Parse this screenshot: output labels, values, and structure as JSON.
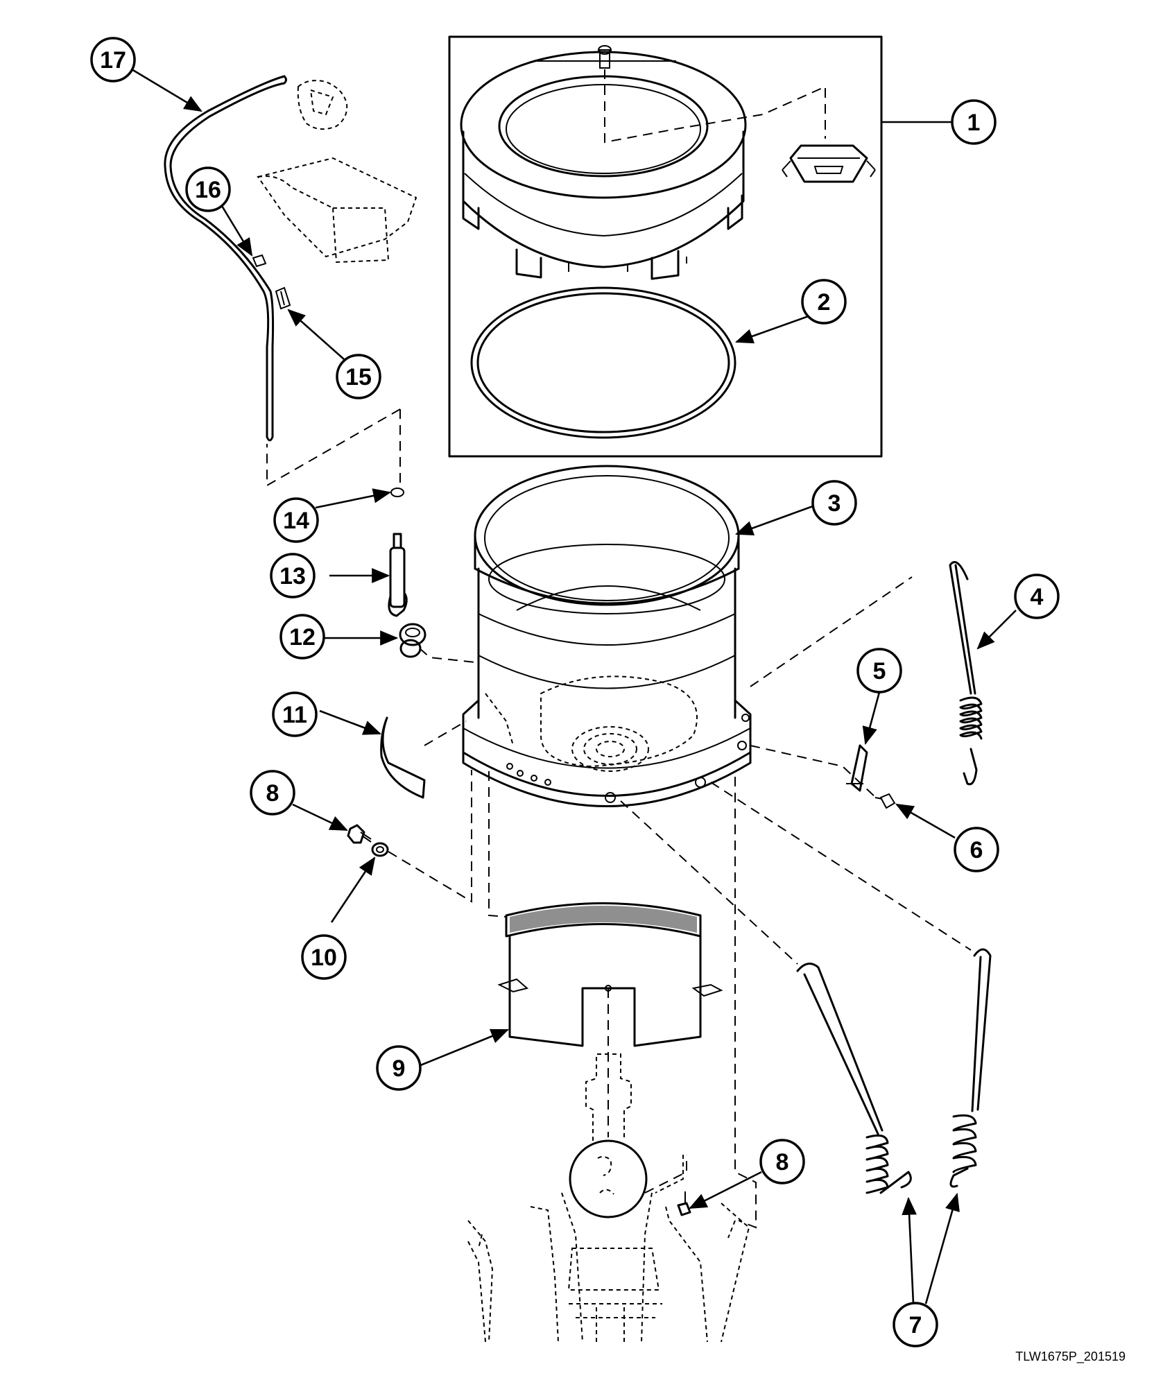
{
  "diagram": {
    "reference_code": "TLW1675P_201519",
    "callouts": [
      "1",
      "2",
      "3",
      "4",
      "5",
      "6",
      "7",
      "8",
      "9",
      "10",
      "11",
      "12",
      "13",
      "14",
      "15",
      "16",
      "17"
    ]
  }
}
